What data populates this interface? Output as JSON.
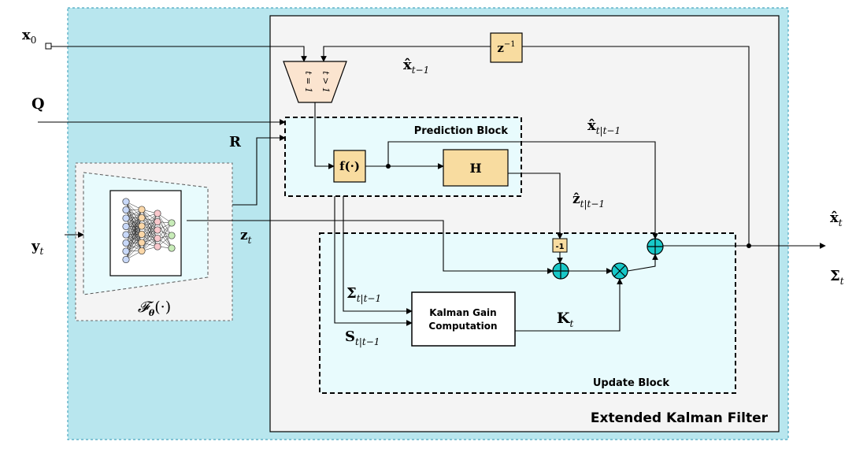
{
  "diagram": {
    "title": "Extended Kalman Filter",
    "prediction_block_label": "Prediction Block",
    "update_block_label": "Update Block",
    "kalman_gain_line1": "Kalman Gain",
    "kalman_gain_line2": "Computation",
    "f_block": "f(·)",
    "h_block": "H",
    "delay_block": "z",
    "delay_sup": "−1",
    "neg_one": "-1",
    "selector_top": "t = 1",
    "selector_bottom": "t > 1",
    "nn_label": "𝓕",
    "nn_label_sub": "θ",
    "nn_label_arg": "(·)"
  },
  "signals": {
    "x0": "x",
    "x0_sub": "0",
    "Q": "Q",
    "R": "R",
    "yt": "y",
    "yt_sub": "t",
    "zt": "z",
    "zt_sub": "t",
    "xhat_tm1": "x̂",
    "xhat_tm1_sub": "t−1",
    "xhat_pred": "x̂",
    "xhat_pred_sub": "t|t−1",
    "zhat_pred": "ẑ",
    "zhat_pred_sub": "t|t−1",
    "sigma_pred": "Σ",
    "sigma_pred_sub": "t|t−1",
    "S_pred": "S",
    "S_pred_sub": "t|t−1",
    "Kt": "K",
    "Kt_sub": "t",
    "xhat_t": "x̂",
    "xhat_t_sub": "t",
    "sigma_t": "Σ",
    "sigma_t_sub": "t"
  },
  "colors": {
    "outer_bg": "#b8e6ee",
    "ekf_bg": "#f4f4f4",
    "block_bg": "#e8fbfd",
    "block_fill": "#f8dca0",
    "sum_fill": "#18c8c8",
    "nn_node_blue": "#c8d8f8",
    "nn_node_orange": "#fbd7a8",
    "nn_node_pink": "#f8c8cc",
    "nn_node_green": "#c8ecb8"
  }
}
